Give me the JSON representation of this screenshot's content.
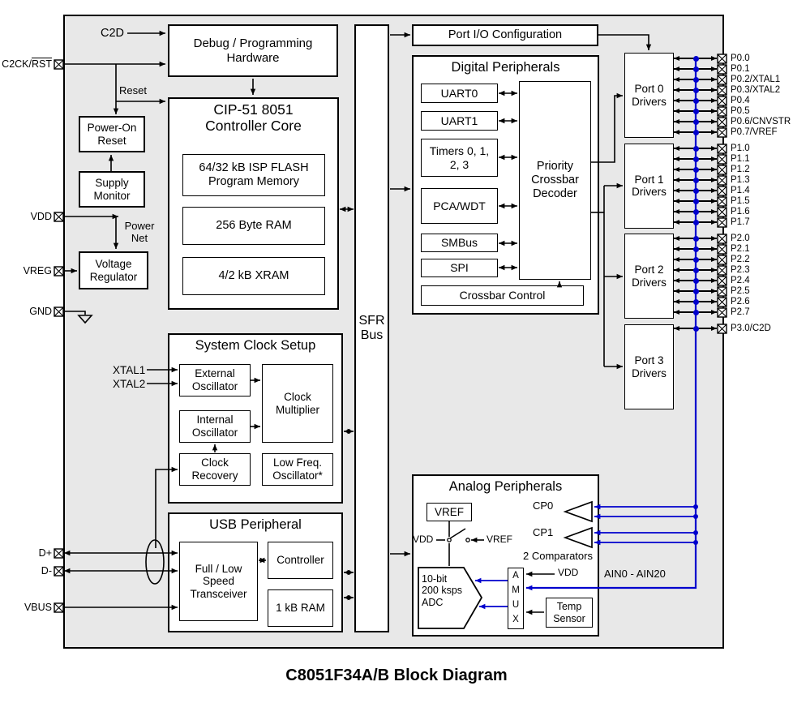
{
  "caption": "C8051F34A/B Block Diagram",
  "colors": {
    "blue": "#0000cd",
    "bg": "#e8e8e8",
    "line": "#000000"
  },
  "left_pins": {
    "c2ck_prefix": "C2CK/",
    "c2ck_rst": "RST",
    "vdd": "VDD",
    "vreg": "VREG",
    "gnd": "GND",
    "d_plus": "D+",
    "d_minus": "D-",
    "vbus": "VBUS"
  },
  "labels": {
    "c2d": "C2D",
    "reset": "Reset",
    "power_net": "Power\nNet",
    "xtal1": "XTAL1",
    "xtal2": "XTAL2",
    "vdd_switch": "VDD",
    "vref_switch": "VREF",
    "cp0": "CP0",
    "cp1": "CP1",
    "comparators": "2 Comparators",
    "vdd_amux": "VDD",
    "ain_range": "AIN0 - AIN20"
  },
  "blocks": {
    "debug": "Debug / Programming\nHardware",
    "power_on_reset": "Power-On Reset",
    "supply_monitor": "Supply Monitor",
    "voltage_regulator": "Voltage Regulator",
    "cip51_title": "CIP-51 8051\nController Core",
    "flash": "64/32 kB ISP FLASH\nProgram Memory",
    "ram256": "256 Byte RAM",
    "xram": "4/2 kB XRAM",
    "sysclk_title": "System Clock Setup",
    "ext_osc": "External\nOscillator",
    "int_osc": "Internal\nOscillator",
    "clk_mult": "Clock\nMultiplier",
    "clk_recovery": "Clock\nRecovery",
    "lf_osc": "Low Freq.\nOscillator*",
    "usb_title": "USB Peripheral",
    "transceiver": "Full / Low\nSpeed\nTransceiver",
    "controller": "Controller",
    "usb_ram": "1 kB RAM",
    "sfr_bus": "SFR\nBus",
    "port_io": "Port I/O Configuration",
    "digital_title": "Digital Peripherals",
    "uart0": "UART0",
    "uart1": "UART1",
    "timers": "Timers 0, 1,\n2, 3",
    "pca_wdt": "PCA/WDT",
    "smbus": "SMBus",
    "spi": "SPI",
    "crossbar_decoder": "Priority\nCrossbar\nDecoder",
    "crossbar_control": "Crossbar Control",
    "analog_title": "Analog Peripherals",
    "vref": "VREF",
    "adc": "10-bit\n200 ksps\nADC",
    "amux": "A\nM\nU\nX",
    "temp_sensor": "Temp\nSensor"
  },
  "port_drivers": [
    "Port 0 Drivers",
    "Port 1 Drivers",
    "Port 2 Drivers",
    "Port 3 Drivers"
  ],
  "pins": [
    "P0.0",
    "P0.1",
    "P0.2/XTAL1",
    "P0.3/XTAL2",
    "P0.4",
    "P0.5",
    "P0.6/CNVSTR",
    "P0.7/VREF",
    "P1.0",
    "P1.1",
    "P1.2",
    "P1.3",
    "P1.4",
    "P1.5",
    "P1.6",
    "P1.7",
    "P2.0",
    "P2.1",
    "P2.2",
    "P2.3",
    "P2.4",
    "P2.5",
    "P2.6",
    "P2.7",
    "P3.0/C2D"
  ]
}
